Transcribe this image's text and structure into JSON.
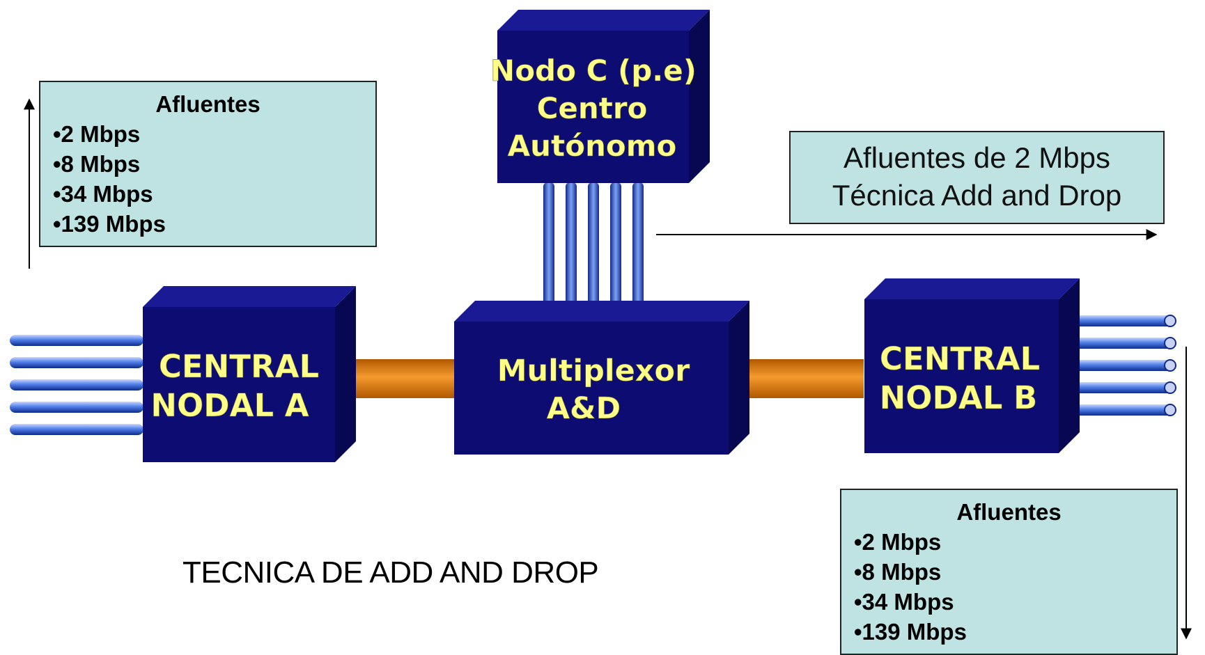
{
  "nodes": {
    "central_a": [
      "CENTRAL",
      "NODAL A"
    ],
    "mux": [
      "Multiplexor",
      "A&D"
    ],
    "central_b": [
      "CENTRAL",
      "NODAL B"
    ],
    "node_c": [
      "Nodo C (p.e)",
      "Centro",
      "Autónomo"
    ]
  },
  "left_box": {
    "title": "Afluentes",
    "items": [
      "•2 Mbps",
      "•8 Mbps",
      "•34 Mbps",
      "•139 Mbps"
    ]
  },
  "right_box": {
    "title": "Afluentes",
    "items": [
      "•2 Mbps",
      "•8 Mbps",
      "•34 Mbps",
      "•139 Mbps"
    ]
  },
  "technique_box": {
    "line1": "Afluentes de 2 Mbps",
    "line2": "Técnica Add and Drop"
  },
  "caption": "TECNICA DE ADD AND DROP",
  "colors": {
    "box_front": "#0c0c72",
    "box_top": "#1a1a94",
    "box_side": "#070752",
    "label": "#ffff88",
    "link": "#e8861c",
    "tributary": "#4a78e0",
    "info_bg": "#bfe3e3"
  }
}
